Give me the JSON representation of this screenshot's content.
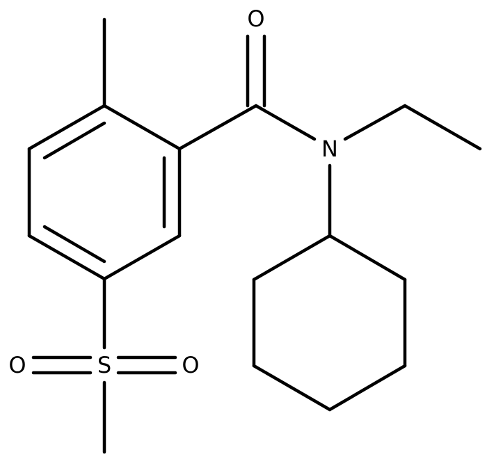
{
  "molecule": {
    "atoms": {
      "carbonyl_oxygen": "O",
      "amide_nitrogen": "N",
      "sulfonyl_sulfur": "S",
      "sulfonyl_oxygen_left": "O",
      "sulfonyl_oxygen_right": "O"
    },
    "colors": {
      "bond": "#000000",
      "label": "#000000",
      "background": "#ffffff"
    }
  }
}
